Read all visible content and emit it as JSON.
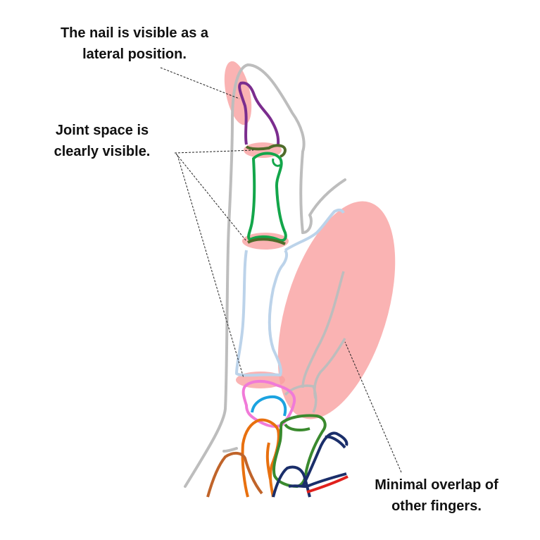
{
  "annotations": {
    "nail": {
      "line1": "The nail is visible as a",
      "line2": "lateral position."
    },
    "joint": {
      "line1": "Joint space is",
      "line2": "clearly visible."
    },
    "overlap": {
      "line1": "Minimal overlap of",
      "line2": "other fingers."
    }
  },
  "colors": {
    "highlight": "#f9a0a0",
    "skin_outline": "#bdbdbd",
    "distal_phalanx": "#7b2d8e",
    "middle_phalanx": "#13a64a",
    "joint_overlap": "#4f6b2a",
    "proximal_phalanx": "#bcd3ea",
    "hamate_pink": "#f07ad8",
    "sesamoid_blue": "#1ba3e0",
    "orange_bone": "#e8700f",
    "brown_bone": "#c0642a",
    "metacarpal_green": "#3a8a2e",
    "navy_bone": "#1a2e6a",
    "red_bone": "#e0201c"
  }
}
